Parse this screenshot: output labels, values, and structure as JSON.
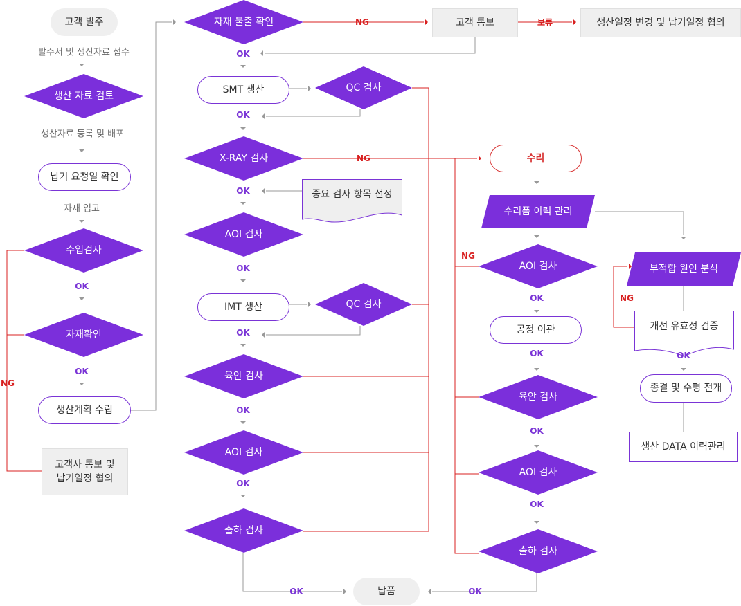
{
  "colors": {
    "purple": "#7b2fdb",
    "red": "#d82020",
    "gray": "#999999"
  },
  "nodes": {
    "customer_order": "고객 발주",
    "review": "생산 자료 검토",
    "delivery_check": "납기 요청일 확인",
    "incoming_insp": "수입검사",
    "material_check": "자재확인",
    "plan": "생산계획 수립",
    "notify_customer_left": "고객사 통보 및\n납기일정 협의",
    "material_defect": "자재 불출 확인",
    "customer_notify": "고객 통보",
    "reschedule": "생산일정 변경 및 납기일정 협의",
    "smt": "SMT 생산",
    "qc1": "QC 검사",
    "xray": "X-RAY 검사",
    "key_items": "중요 검사  항목 선정",
    "aoi1": "AOI 검사",
    "imt": "IMT 생산",
    "qc2": "QC 검사",
    "visual": "육안 검사",
    "aoi2": "AOI 검사",
    "ship_insp": "출하 검사",
    "delivery": "납품",
    "repair": "수리",
    "repair_history": "수리폼 이력 관리",
    "aoi_r": "AOI 검사",
    "process_transfer": "공정 이관",
    "visual_r": "육안 검사",
    "aoi_r2": "AOI 검사",
    "ship_r": "출하 검사",
    "cause": "부적합 원인 분석",
    "verify": "개선 유효성 검증",
    "closure": "종결 및 수평 전개",
    "data_mgmt": "생산 DATA 이력관리"
  },
  "labels": {
    "receive_docs": "발주서 및 생산자료 접수",
    "register": "생산자료 등록 및 배포",
    "receiving": "자재 입고",
    "ok": "OK",
    "ng": "NG",
    "hold": "보류"
  }
}
